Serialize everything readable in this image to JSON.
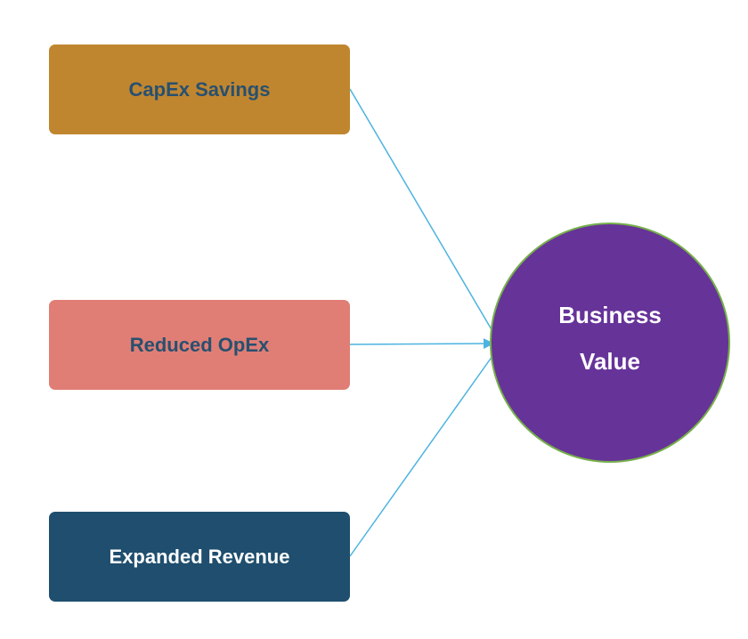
{
  "diagram": {
    "sources": [
      {
        "id": "capex",
        "label": "CapEx Savings",
        "fill": "#c0862f"
      },
      {
        "id": "opex",
        "label": "Reduced OpEx",
        "fill": "#e07e75"
      },
      {
        "id": "revenue",
        "label": "Expanded Revenue",
        "fill": "#1f4e6e"
      }
    ],
    "target": {
      "label_line1": "Business",
      "label_line2": "Value",
      "fill": "#663399",
      "stroke": "#76b04a"
    },
    "connector_color": "#4cb3e0",
    "edges": [
      {
        "from": "capex",
        "to": "target"
      },
      {
        "from": "opex",
        "to": "target"
      },
      {
        "from": "revenue",
        "to": "target"
      }
    ]
  }
}
